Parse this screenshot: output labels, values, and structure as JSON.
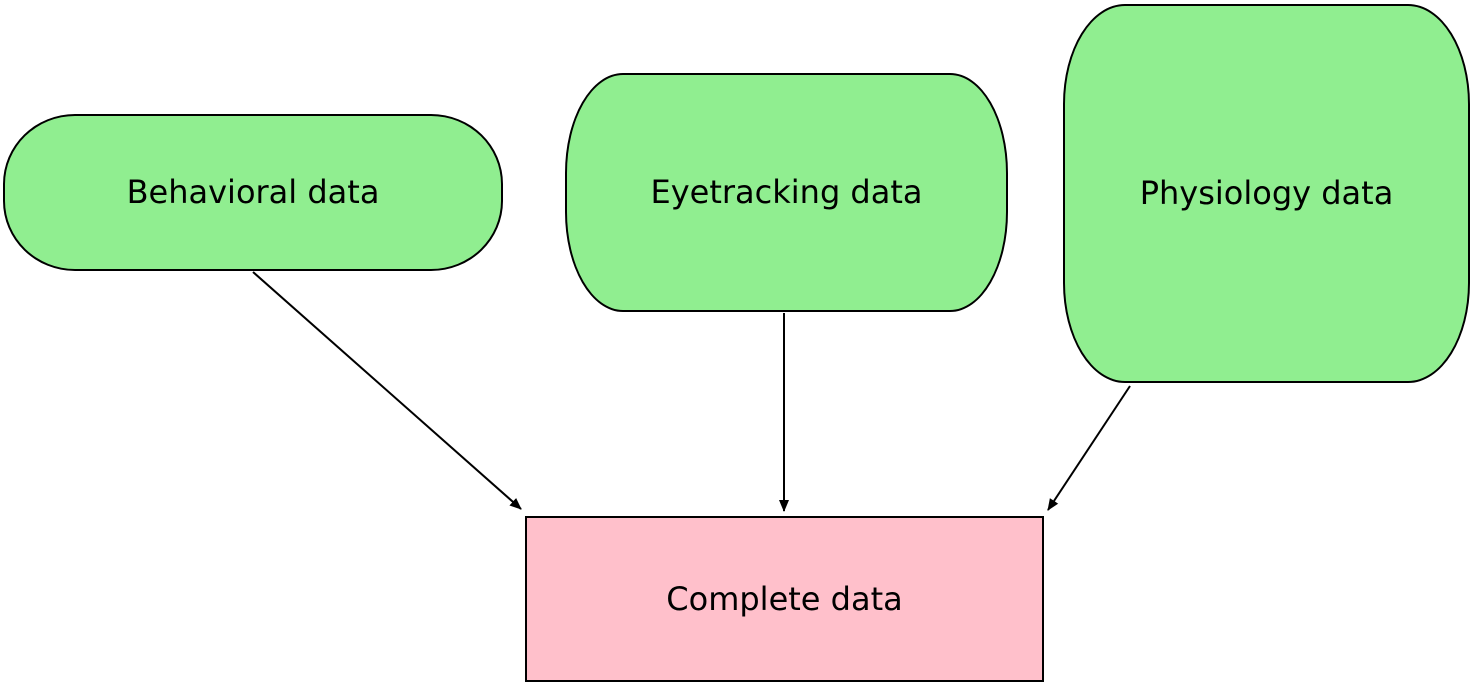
{
  "diagram": {
    "background_color": "#FFFFFF",
    "text_color": "#000000",
    "border_color": "#000000",
    "arrow_color": "#000000",
    "nodes": [
      {
        "id": "behavioral",
        "label": "Behavioral data",
        "fill": "#90EE90",
        "border": "#000000",
        "shape": "rounded"
      },
      {
        "id": "eyetracking",
        "label": "Eyetracking data",
        "fill": "#90EE90",
        "border": "#000000",
        "shape": "rounded"
      },
      {
        "id": "physiology",
        "label": "Physiology data",
        "fill": "#90EE90",
        "border": "#000000",
        "shape": "rounded"
      },
      {
        "id": "complete",
        "label": "Complete data",
        "fill": "#FFC0CB",
        "border": "#000000",
        "shape": "rectangle"
      }
    ],
    "edges": [
      {
        "from": "behavioral",
        "to": "complete"
      },
      {
        "from": "eyetracking",
        "to": "complete"
      },
      {
        "from": "physiology",
        "to": "complete"
      }
    ]
  }
}
